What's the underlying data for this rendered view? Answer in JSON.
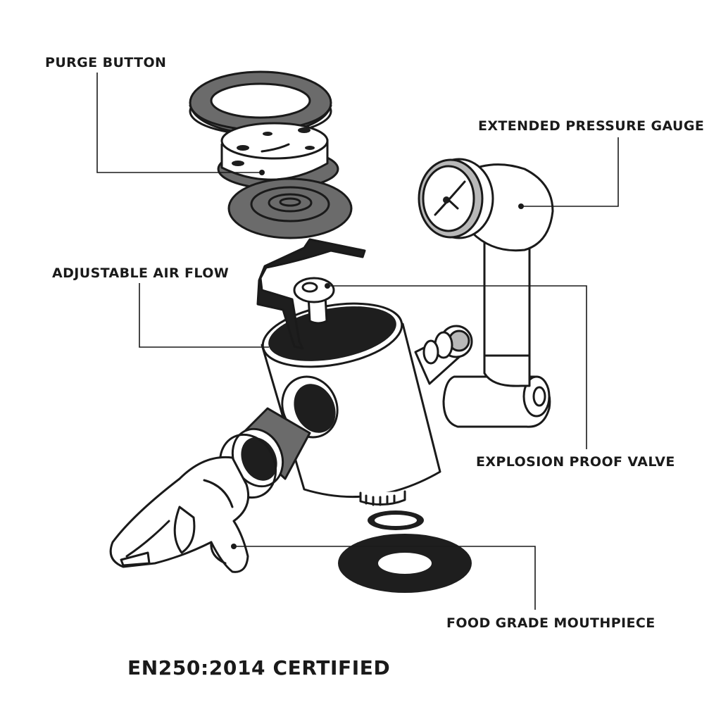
{
  "labels": {
    "purge_button": "PURGE BUTTON",
    "extended_pressure_gauge": "EXTENDED PRESSURE GAUGE",
    "adjustable_air_flow": "ADJUSTABLE AIR FLOW",
    "explosion_proof_valve": "EXPLOSION PROOF VALVE",
    "food_grade_mouthpiece": "FOOD GRADE MOUTHPIECE"
  },
  "certification": "EN250:2014 CERTIFIED",
  "colors": {
    "line": "#1a1a1a",
    "dark_fill": "#1e1e1e",
    "mid_fill": "#6b6b6b",
    "light_fill": "#b8b8b8",
    "background": "#ffffff"
  }
}
